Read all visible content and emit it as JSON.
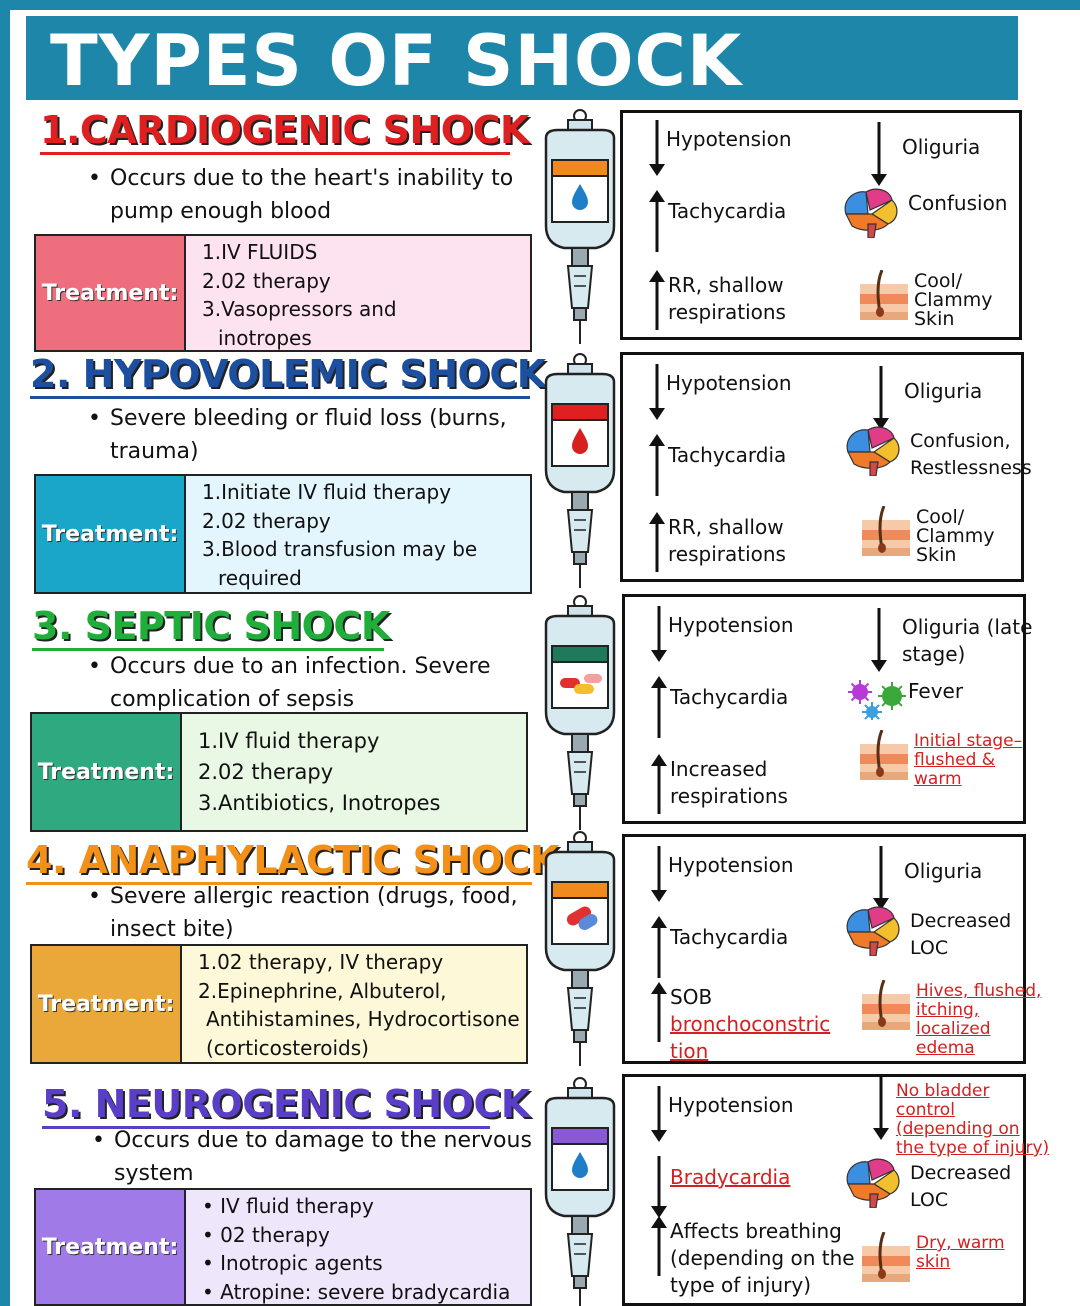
{
  "title": "TYPES OF SHOCK",
  "sections": [
    {
      "heading": "1.CARDIOGENIC SHOCK",
      "heading_color": "#e02020",
      "desc_lines": [
        "Occurs due to the heart's inability to",
        "pump enough blood"
      ],
      "treatment_label": "Treatment:",
      "label_color": "#ee6e7e",
      "list_color": "#fde3ef",
      "treatments": [
        "1.IV FLUIDS",
        "2.02 therapy",
        "3.Vasopressors and",
        "inotropes"
      ],
      "iv_color": "#f08a1e",
      "iv_icon": "drop-icon",
      "symptoms": {
        "hypotension": "Hypotension",
        "tachycardia": "Tachycardia",
        "resp": [
          "RR, shallow",
          "respirations"
        ],
        "oliguria": [
          "Oliguria"
        ],
        "brain": [
          "Confusion"
        ],
        "skin": [
          "Cool/",
          "Clammy",
          "Skin"
        ]
      }
    },
    {
      "heading": "2. HYPOVOLEMIC SHOCK",
      "heading_color": "#1c4fa0",
      "desc_lines": [
        "Severe bleeding or fluid loss (burns,",
        "trauma)"
      ],
      "treatment_label": "Treatment:",
      "label_color": "#1aa6c8",
      "list_color": "#e3f6fd",
      "treatments": [
        "1.Initiate IV fluid therapy",
        "2.02 therapy",
        "3.Blood transfusion may be",
        "required"
      ],
      "iv_color": "#e02020",
      "iv_icon": "blood-drop-icon",
      "symptoms": {
        "hypotension": "Hypotension",
        "tachycardia": "Tachycardia",
        "resp": [
          "RR, shallow",
          "respirations"
        ],
        "oliguria": [
          "Oliguria"
        ],
        "brain": [
          "Confusion,",
          "Restlessness"
        ],
        "skin": [
          "Cool/",
          "Clammy",
          "Skin"
        ]
      }
    },
    {
      "heading": "3. SEPTIC SHOCK",
      "heading_color": "#1fae3a",
      "desc_lines": [
        "Occurs due to an infection. Severe",
        "complication of sepsis"
      ],
      "treatment_label": "Treatment:",
      "label_color": "#2faa80",
      "list_color": "#e8f8e4",
      "treatments": [
        "1.IV fluid therapy",
        "2.02 therapy",
        "3.Antibiotics, Inotropes"
      ],
      "iv_color": "#1e7a5a",
      "iv_icon": "pills-icon",
      "symptoms": {
        "hypotension": "Hypotension",
        "tachycardia": "Tachycardia",
        "resp": [
          "Increased",
          "respirations"
        ],
        "oliguria": [
          "Oliguria (late",
          "stage)"
        ],
        "brain": [
          "Fever"
        ],
        "skin": [
          "Initial stage–",
          "flushed &",
          "warm"
        ]
      }
    },
    {
      "heading": "4. ANAPHYLACTIC SHOCK",
      "heading_color": "#f29018",
      "desc_lines": [
        "Severe allergic reaction (drugs, food,",
        "insect bite)"
      ],
      "treatment_label": "Treatment:",
      "label_color": "#eaa83a",
      "list_color": "#fdf8d8",
      "treatments": [
        "1.02 therapy, IV therapy",
        "2.Epinephrine, Albuterol,",
        "Antihistamines, Hydrocortisone",
        "(corticosteroids)"
      ],
      "iv_color": "#f08a1e",
      "iv_icon": "capsule-icon",
      "symptoms": {
        "hypotension": "Hypotension",
        "tachycardia": "Tachycardia",
        "resp": [
          "SOB",
          "bronchoconstric",
          "tion"
        ],
        "oliguria": [
          "Oliguria"
        ],
        "brain": [
          "Decreased",
          "LOC"
        ],
        "skin": [
          "Hives, flushed,",
          "itching,",
          "localized",
          "edema"
        ]
      }
    },
    {
      "heading": "5. NEUROGENIC SHOCK",
      "heading_color": "#5a3ec8",
      "desc_lines": [
        "Occurs due to damage to the nervous",
        "system"
      ],
      "treatment_label": "Treatment:",
      "label_color": "#a07ae6",
      "list_color": "#eee6fb",
      "treatments": [
        "• IV fluid therapy",
        "• 02 therapy",
        "• Inotropic agents",
        "• Atropine: severe bradycardia"
      ],
      "iv_color": "#8a5ad6",
      "iv_icon": "drop-icon",
      "symptoms": {
        "hypotension": "Hypotension",
        "tachycardia": "Bradycardia",
        "resp": [
          "Affects breathing",
          "(depending on the",
          "type of injury)"
        ],
        "oliguria": [
          "No bladder",
          "control",
          "(depending on",
          "the type of injury)"
        ],
        "brain": [
          "Decreased",
          "LOC"
        ],
        "skin": [
          "Dry, warm",
          "skin"
        ]
      }
    }
  ]
}
